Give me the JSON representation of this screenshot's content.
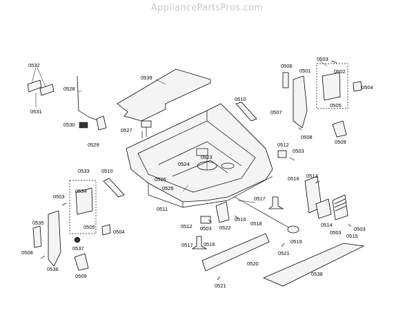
{
  "watermark": "AppliancePartsPros.com",
  "parts": [
    "0532",
    "0531",
    "0528",
    "0539",
    "0530",
    "0529",
    "0527",
    "0510",
    "0506",
    "0503",
    "0501",
    "0502",
    "0504",
    "0505",
    "0507",
    "0508",
    "0509",
    "0512",
    "0503",
    "0523",
    "0524",
    "0533",
    "0510",
    "0526",
    "0516",
    "0513",
    "0525",
    "0534",
    "0503",
    "0517",
    "0511",
    "0516",
    "0518",
    "0503",
    "0514",
    "0535",
    "0505",
    "0512",
    "0503",
    "0522",
    "0504",
    "0503",
    "0515",
    "0519",
    "0537",
    "0517",
    "0516",
    "0508",
    "0521",
    "0520",
    "0536",
    "0509",
    "0538",
    "0521"
  ]
}
